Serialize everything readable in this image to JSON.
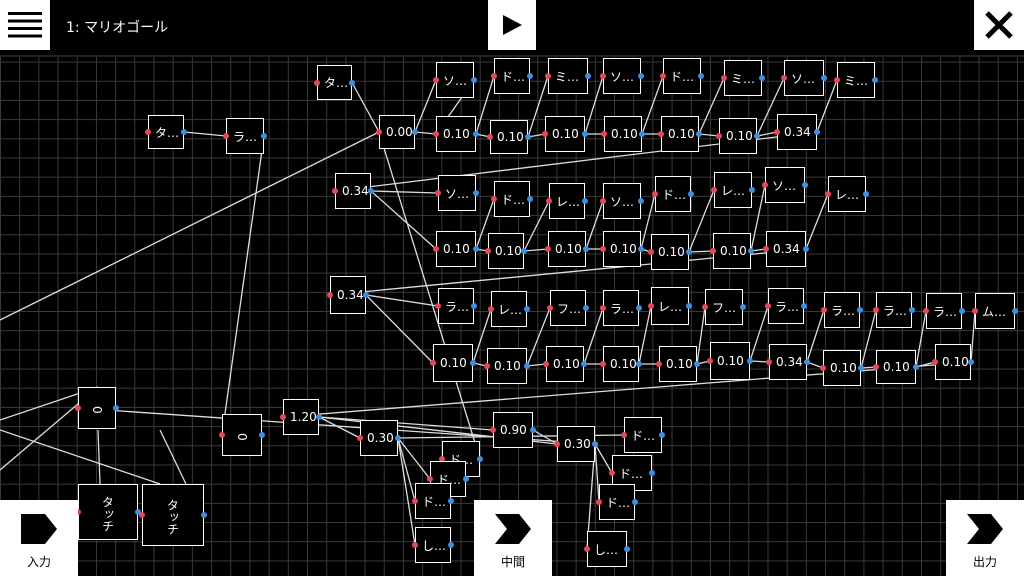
{
  "header": {
    "menu_icon": "hamburger-menu-icon",
    "title": "1: マリオゴール",
    "play_icon": "play-icon",
    "close_icon": "close-icon"
  },
  "bottom": {
    "input_label": "入力",
    "middle_label": "中間",
    "output_label": "出力",
    "arrow_icon": "chevron-arrow-icon"
  },
  "nodes": [
    {
      "t": "タ…"
    },
    {
      "t": "タ…"
    },
    {
      "t": "ラ…"
    },
    {
      "t": "0.00"
    },
    {
      "t": "ソ…"
    },
    {
      "t": "ド…"
    },
    {
      "t": "ミ…"
    },
    {
      "t": "ソ…"
    },
    {
      "t": "ド…"
    },
    {
      "t": "ミ…"
    },
    {
      "t": "ソ…"
    },
    {
      "t": "ミ…"
    },
    {
      "t": "0.10"
    },
    {
      "t": "0.10"
    },
    {
      "t": "0.10"
    },
    {
      "t": "0.10"
    },
    {
      "t": "0.10"
    },
    {
      "t": "0.10"
    },
    {
      "t": "0.34"
    },
    {
      "t": "0.34"
    },
    {
      "t": "ソ…"
    },
    {
      "t": "ド…"
    },
    {
      "t": "レ…"
    },
    {
      "t": "ソ…"
    },
    {
      "t": "ド…"
    },
    {
      "t": "レ…"
    },
    {
      "t": "ソ…"
    },
    {
      "t": "レ…"
    },
    {
      "t": "0.10"
    },
    {
      "t": "0.10"
    },
    {
      "t": "0.10"
    },
    {
      "t": "0.10"
    },
    {
      "t": "0.10"
    },
    {
      "t": "0.10"
    },
    {
      "t": "0.34"
    },
    {
      "t": "0.34"
    },
    {
      "t": "ラ…"
    },
    {
      "t": "レ…"
    },
    {
      "t": "フ…"
    },
    {
      "t": "ラ…"
    },
    {
      "t": "レ…"
    },
    {
      "t": "フ…"
    },
    {
      "t": "ラ…"
    },
    {
      "t": "ラ…"
    },
    {
      "t": "ラ…"
    },
    {
      "t": "ラ…"
    },
    {
      "t": "ム…"
    },
    {
      "t": "0.10"
    },
    {
      "t": "0.10"
    },
    {
      "t": "0.10"
    },
    {
      "t": "0.10"
    },
    {
      "t": "0.10"
    },
    {
      "t": "0.10"
    },
    {
      "t": "0.34"
    },
    {
      "t": "0.10"
    },
    {
      "t": "0.10"
    },
    {
      "t": "0.10"
    },
    {
      "t": "1.20"
    },
    {
      "t": "0.30"
    },
    {
      "t": "0.90"
    },
    {
      "t": "0.30"
    },
    {
      "t": "ド…"
    },
    {
      "t": "ド…"
    },
    {
      "t": "ド…"
    },
    {
      "t": "し…"
    },
    {
      "t": "ド…"
    },
    {
      "t": "ド…"
    },
    {
      "t": "ド…"
    },
    {
      "t": "し…"
    },
    {
      "t": "0"
    },
    {
      "t": "0"
    },
    {
      "t": "タッチ"
    },
    {
      "t": "タッチ"
    }
  ]
}
